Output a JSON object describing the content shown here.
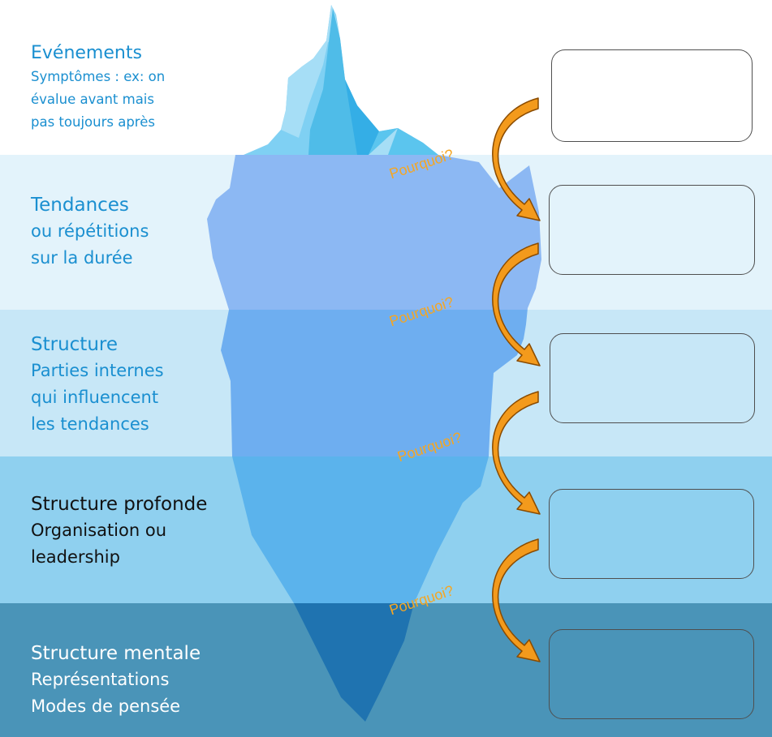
{
  "levels": [
    {
      "title": "Evénements",
      "lines": [
        "Symptômes : ex: on",
        "évalue avant mais",
        "pas toujours après"
      ]
    },
    {
      "title": "Tendances",
      "lines": [
        "ou répétitions",
        "sur la durée"
      ]
    },
    {
      "title": "Structure",
      "lines": [
        "Parties internes",
        "qui influencent",
        "les tendances"
      ]
    },
    {
      "title": "Structure profonde",
      "lines": [
        "Organisation ou",
        "leadership"
      ]
    },
    {
      "title": "Structure mentale",
      "lines": [
        "Représentations",
        "Modes de pensée"
      ]
    }
  ],
  "why_label": "Pourquoi?",
  "colors": {
    "band_1": "#e3f3fb",
    "band_2": "#c7e7f7",
    "band_3": "#8fd0ef",
    "band_4": "#4a94b8",
    "arrow_fill": "#f39a1c",
    "arrow_stroke": "#8a4b00",
    "why_text": "#f5a623",
    "accent_text": "#1a8fd0"
  }
}
